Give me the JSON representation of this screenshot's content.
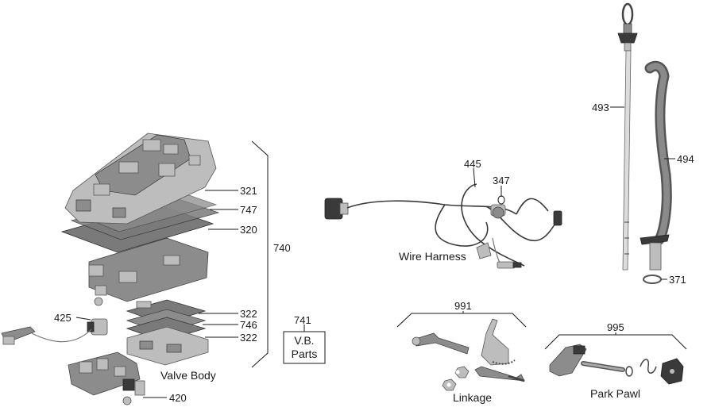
{
  "labels": {
    "p321": "321",
    "p747": "747",
    "p320": "320",
    "p740": "740",
    "p425": "425",
    "p322a": "322",
    "p746": "746",
    "p322b": "322",
    "p741": "741",
    "p420": "420",
    "p445": "445",
    "p347": "347",
    "p493": "493",
    "p494": "494",
    "p371": "371",
    "p991": "991",
    "p995": "995"
  },
  "groups": {
    "valve_body": "Valve Body",
    "vb_parts_line1": "V.B.",
    "vb_parts_line2": "Parts",
    "wire_harness": "Wire Harness",
    "linkage": "Linkage",
    "park_pawl": "Park Pawl"
  }
}
